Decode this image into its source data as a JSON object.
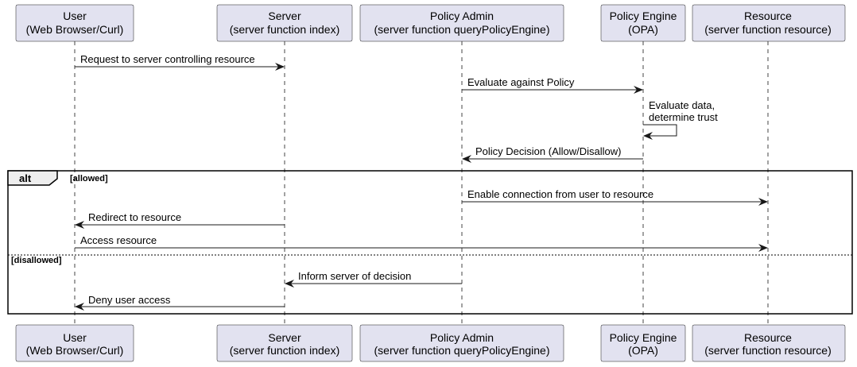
{
  "participants": [
    {
      "id": "user",
      "line1": "User",
      "line2": "(Web Browser/Curl)"
    },
    {
      "id": "server",
      "line1": "Server",
      "line2": "(server function index)"
    },
    {
      "id": "admin",
      "line1": "Policy Admin",
      "line2": "(server function queryPolicyEngine)"
    },
    {
      "id": "engine",
      "line1": "Policy Engine",
      "line2": "(OPA)"
    },
    {
      "id": "resource",
      "line1": "Resource",
      "line2": "(server function resource)"
    }
  ],
  "messages": [
    {
      "from": "user",
      "to": "server",
      "lines": [
        "Request to server controlling resource"
      ]
    },
    {
      "from": "admin",
      "to": "engine",
      "lines": [
        "Evaluate against Policy"
      ]
    },
    {
      "from": "engine",
      "to": "engine",
      "lines": [
        "Evaluate data,",
        "determine trust"
      ]
    },
    {
      "from": "engine",
      "to": "admin",
      "lines": [
        "Policy Decision (Allow/Disallow)"
      ]
    },
    {
      "from": "admin",
      "to": "resource",
      "lines": [
        "Enable connection from user to resource"
      ]
    },
    {
      "from": "server",
      "to": "user",
      "lines": [
        "Redirect to resource"
      ]
    },
    {
      "from": "user",
      "to": "resource",
      "lines": [
        "Access resource"
      ]
    },
    {
      "from": "admin",
      "to": "server",
      "lines": [
        "Inform server of decision"
      ]
    },
    {
      "from": "server",
      "to": "user",
      "lines": [
        "Deny user access"
      ]
    }
  ],
  "alt_fragment": {
    "label": "alt",
    "guards": [
      "[allowed]",
      "[disallowed]"
    ]
  },
  "colors": {
    "participant_fill": "#E2E2F0",
    "participant_border": "#181818",
    "lifeline": "#181818",
    "arrow": "#181818",
    "fragment_label_fill": "#EEEEEE"
  }
}
